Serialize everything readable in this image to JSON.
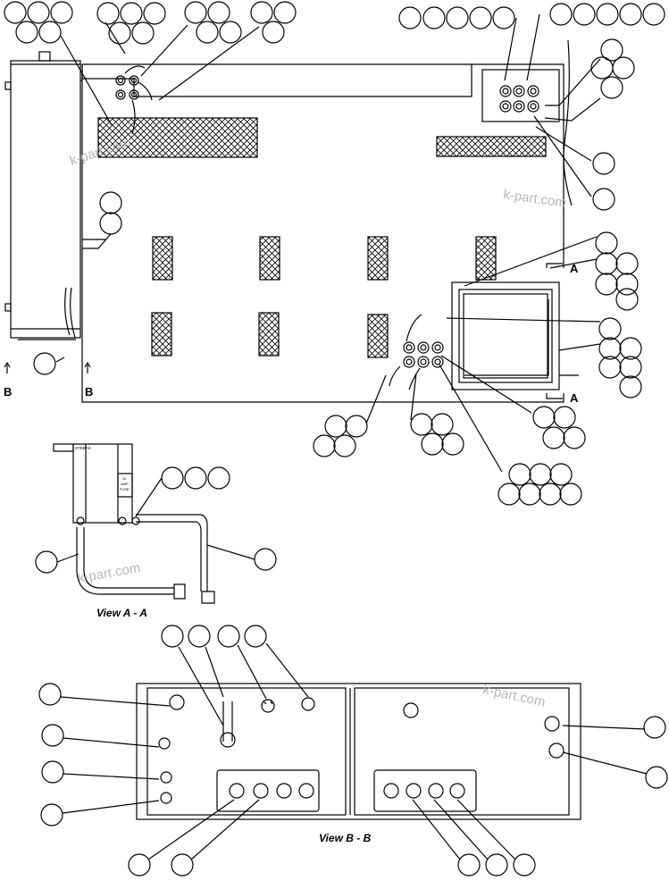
{
  "diagram": {
    "view_a_caption": "View A - A",
    "view_b_caption": "View B - B",
    "section_a_label": "A",
    "section_b_label": "B",
    "watermark": "k-part.com",
    "small_label_left": "STEEAS",
    "fuse_label_line1": "10",
    "fuse_label_line2": "AMP",
    "fuse_label_line3": "FUSE"
  }
}
